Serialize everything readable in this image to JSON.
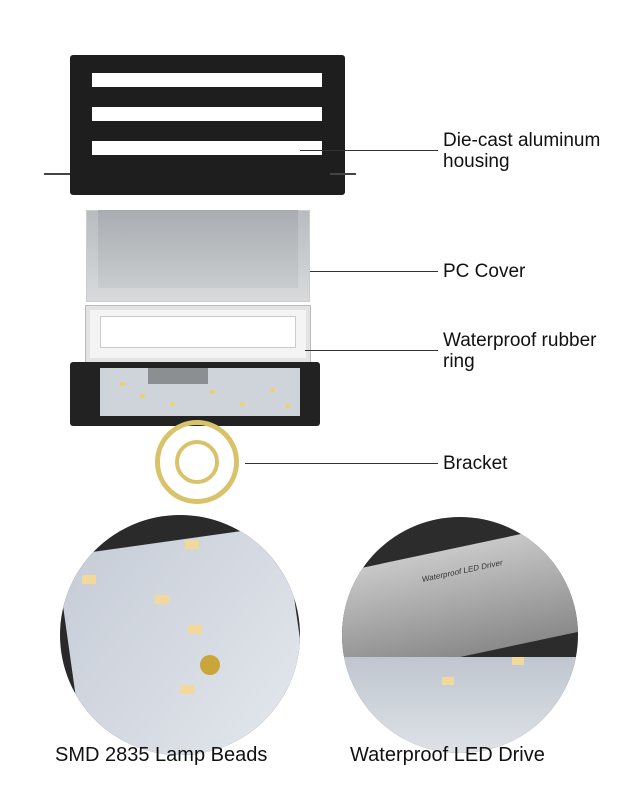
{
  "labels": {
    "housing_line1": "Die-cast aluminum",
    "housing_line2": "housing",
    "pc_cover": "PC Cover",
    "ring_line1": "Waterproof rubber",
    "ring_line2": "ring",
    "bracket": "Bracket"
  },
  "captions": {
    "left": "SMD 2835 Lamp Beads",
    "right": "Waterproof LED Drive"
  },
  "driver_label": "Waterproof LED Driver",
  "colors": {
    "housing": "#1e1e1e",
    "bracket": "#d8c36a",
    "bead": "#e8d27a"
  }
}
